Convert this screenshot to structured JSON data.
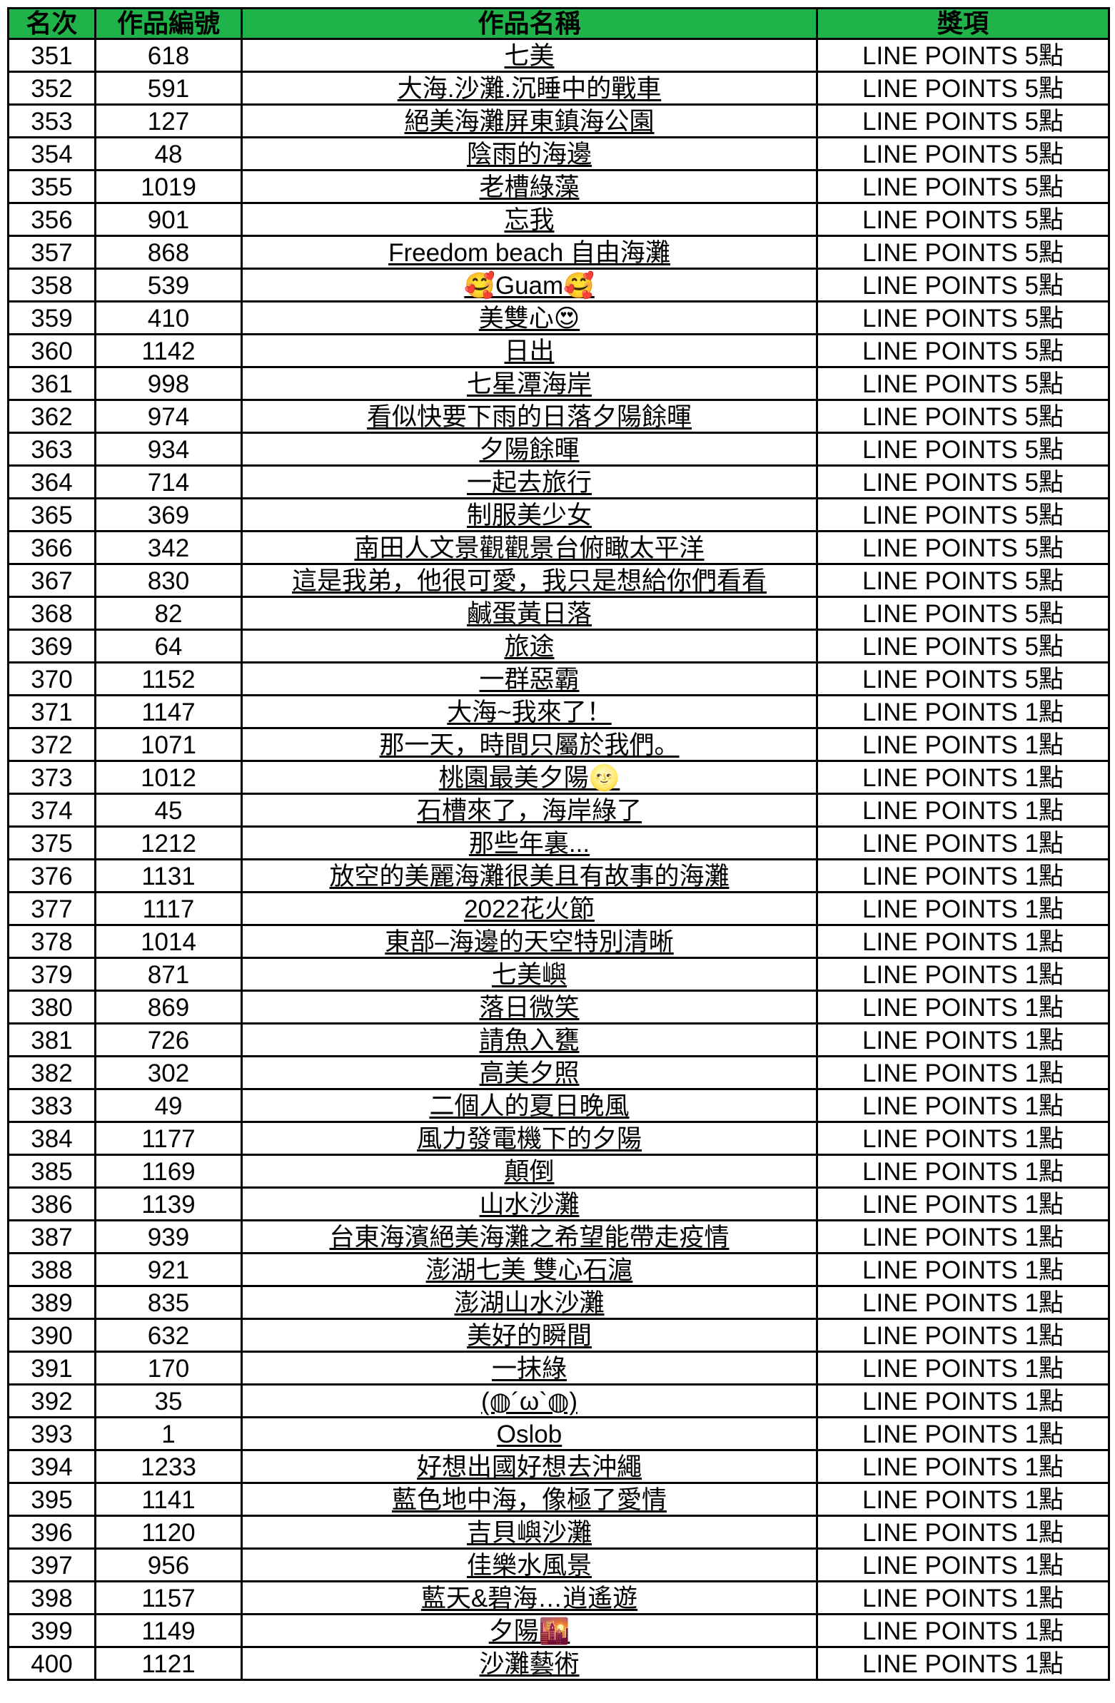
{
  "headers": [
    "名次",
    "作品編號",
    "作品名稱",
    "獎項"
  ],
  "colors": {
    "header_bg": "#1fb34a",
    "grid": "#000000"
  },
  "rows": [
    [
      "351",
      "618",
      "七美",
      "LINE POINTS 5點"
    ],
    [
      "352",
      "591",
      "大海.沙灘.沉睡中的戰車",
      "LINE POINTS 5點"
    ],
    [
      "353",
      "127",
      "絕美海灘屏東鎮海公園",
      "LINE POINTS 5點"
    ],
    [
      "354",
      "48",
      "陰雨的海邊",
      "LINE POINTS 5點"
    ],
    [
      "355",
      "1019",
      "老槽綠藻",
      "LINE POINTS 5點"
    ],
    [
      "356",
      "901",
      "忘我",
      "LINE POINTS 5點"
    ],
    [
      "357",
      "868",
      "Freedom beach 自由海灘",
      "LINE POINTS 5點"
    ],
    [
      "358",
      "539",
      "🥰Guam🥰",
      "LINE POINTS 5點"
    ],
    [
      "359",
      "410",
      "美雙心😍",
      "LINE POINTS 5點"
    ],
    [
      "360",
      "1142",
      "日出",
      "LINE POINTS 5點"
    ],
    [
      "361",
      "998",
      "七星潭海岸",
      "LINE POINTS 5點"
    ],
    [
      "362",
      "974",
      "看似快要下雨的日落夕陽餘暉",
      "LINE POINTS 5點"
    ],
    [
      "363",
      "934",
      "夕陽餘暉",
      "LINE POINTS 5點"
    ],
    [
      "364",
      "714",
      "一起去旅行",
      "LINE POINTS 5點"
    ],
    [
      "365",
      "369",
      "制服美少女",
      "LINE POINTS 5點"
    ],
    [
      "366",
      "342",
      "南田人文景觀觀景台俯瞰太平洋",
      "LINE POINTS 5點"
    ],
    [
      "367",
      "830",
      "這是我弟，他很可愛，我只是想給你們看看",
      "LINE POINTS 5點"
    ],
    [
      "368",
      "82",
      "鹹蛋黃日落",
      "LINE POINTS 5點"
    ],
    [
      "369",
      "64",
      "旅途",
      "LINE POINTS 5點"
    ],
    [
      "370",
      "1152",
      "一群惡霸",
      "LINE POINTS 5點"
    ],
    [
      "371",
      "1147",
      "大海~我來了！",
      "LINE POINTS 1點"
    ],
    [
      "372",
      "1071",
      "那一天，時間只屬於我們。",
      "LINE POINTS 1點"
    ],
    [
      "373",
      "1012",
      "桃園最美夕陽🌝",
      "LINE POINTS 1點"
    ],
    [
      "374",
      "45",
      "石槽來了，海岸綠了",
      "LINE POINTS 1點"
    ],
    [
      "375",
      "1212",
      "那些年裏...",
      "LINE POINTS 1點"
    ],
    [
      "376",
      "1131",
      "放空的美麗海灘很美且有故事的海灘",
      "LINE POINTS 1點"
    ],
    [
      "377",
      "1117",
      "2022花火節",
      "LINE POINTS 1點"
    ],
    [
      "378",
      "1014",
      "東部–海邊的天空特別清晰",
      "LINE POINTS 1點"
    ],
    [
      "379",
      "871",
      "七美嶼",
      "LINE POINTS 1點"
    ],
    [
      "380",
      "869",
      "落日微笑",
      "LINE POINTS 1點"
    ],
    [
      "381",
      "726",
      "請魚入甕",
      "LINE POINTS 1點"
    ],
    [
      "382",
      "302",
      "高美夕照",
      "LINE POINTS 1點"
    ],
    [
      "383",
      "49",
      "二個人的夏日晚風",
      "LINE POINTS 1點"
    ],
    [
      "384",
      "1177",
      "風力發電機下的夕陽",
      "LINE POINTS 1點"
    ],
    [
      "385",
      "1169",
      "顛倒",
      "LINE POINTS 1點"
    ],
    [
      "386",
      "1139",
      "山水沙灘",
      "LINE POINTS 1點"
    ],
    [
      "387",
      "939",
      "台東海濱絕美海灘之希望能帶走疫情",
      "LINE POINTS 1點"
    ],
    [
      "388",
      "921",
      "澎湖七美 雙心石滬",
      "LINE POINTS 1點"
    ],
    [
      "389",
      "835",
      "澎湖山水沙灘",
      "LINE POINTS 1點"
    ],
    [
      "390",
      "632",
      "美好的瞬間",
      "LINE POINTS 1點"
    ],
    [
      "391",
      "170",
      "一抹綠",
      "LINE POINTS 1點"
    ],
    [
      "392",
      "35",
      "(◍´ω`◍)",
      "LINE POINTS 1點"
    ],
    [
      "393",
      "1",
      "Oslob",
      "LINE POINTS 1點"
    ],
    [
      "394",
      "1233",
      "好想出國好想去沖繩",
      "LINE POINTS 1點"
    ],
    [
      "395",
      "1141",
      "藍色地中海，像極了愛情",
      "LINE POINTS 1點"
    ],
    [
      "396",
      "1120",
      "吉貝嶼沙灘",
      "LINE POINTS 1點"
    ],
    [
      "397",
      "956",
      "佳樂水風景",
      "LINE POINTS 1點"
    ],
    [
      "398",
      "1157",
      "藍天&碧海…逍遙遊",
      "LINE POINTS 1點"
    ],
    [
      "399",
      "1149",
      "夕陽🌇",
      "LINE POINTS 1點"
    ],
    [
      "400",
      "1121",
      "沙灘藝術",
      "LINE POINTS 1點"
    ]
  ]
}
